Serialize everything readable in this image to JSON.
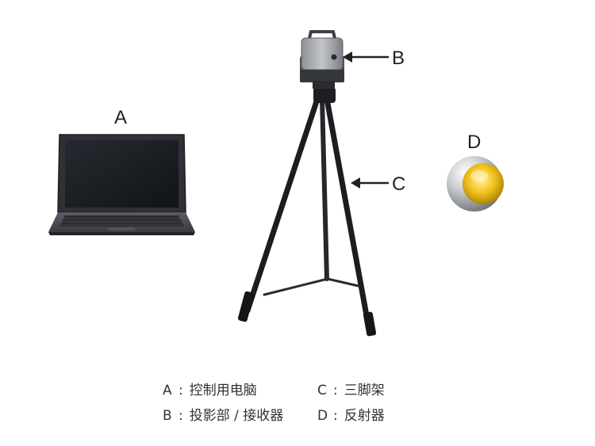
{
  "markers": {
    "a": "A",
    "b": "B",
    "c": "C",
    "d": "D"
  },
  "legend": [
    {
      "key": "A",
      "sep": ":",
      "text": "控制用电脑"
    },
    {
      "key": "C",
      "sep": ":",
      "text": "三脚架"
    },
    {
      "key": "B",
      "sep": ":",
      "text": "投影部 / 接收器"
    },
    {
      "key": "D",
      "sep": ":",
      "text": "反射器"
    }
  ]
}
